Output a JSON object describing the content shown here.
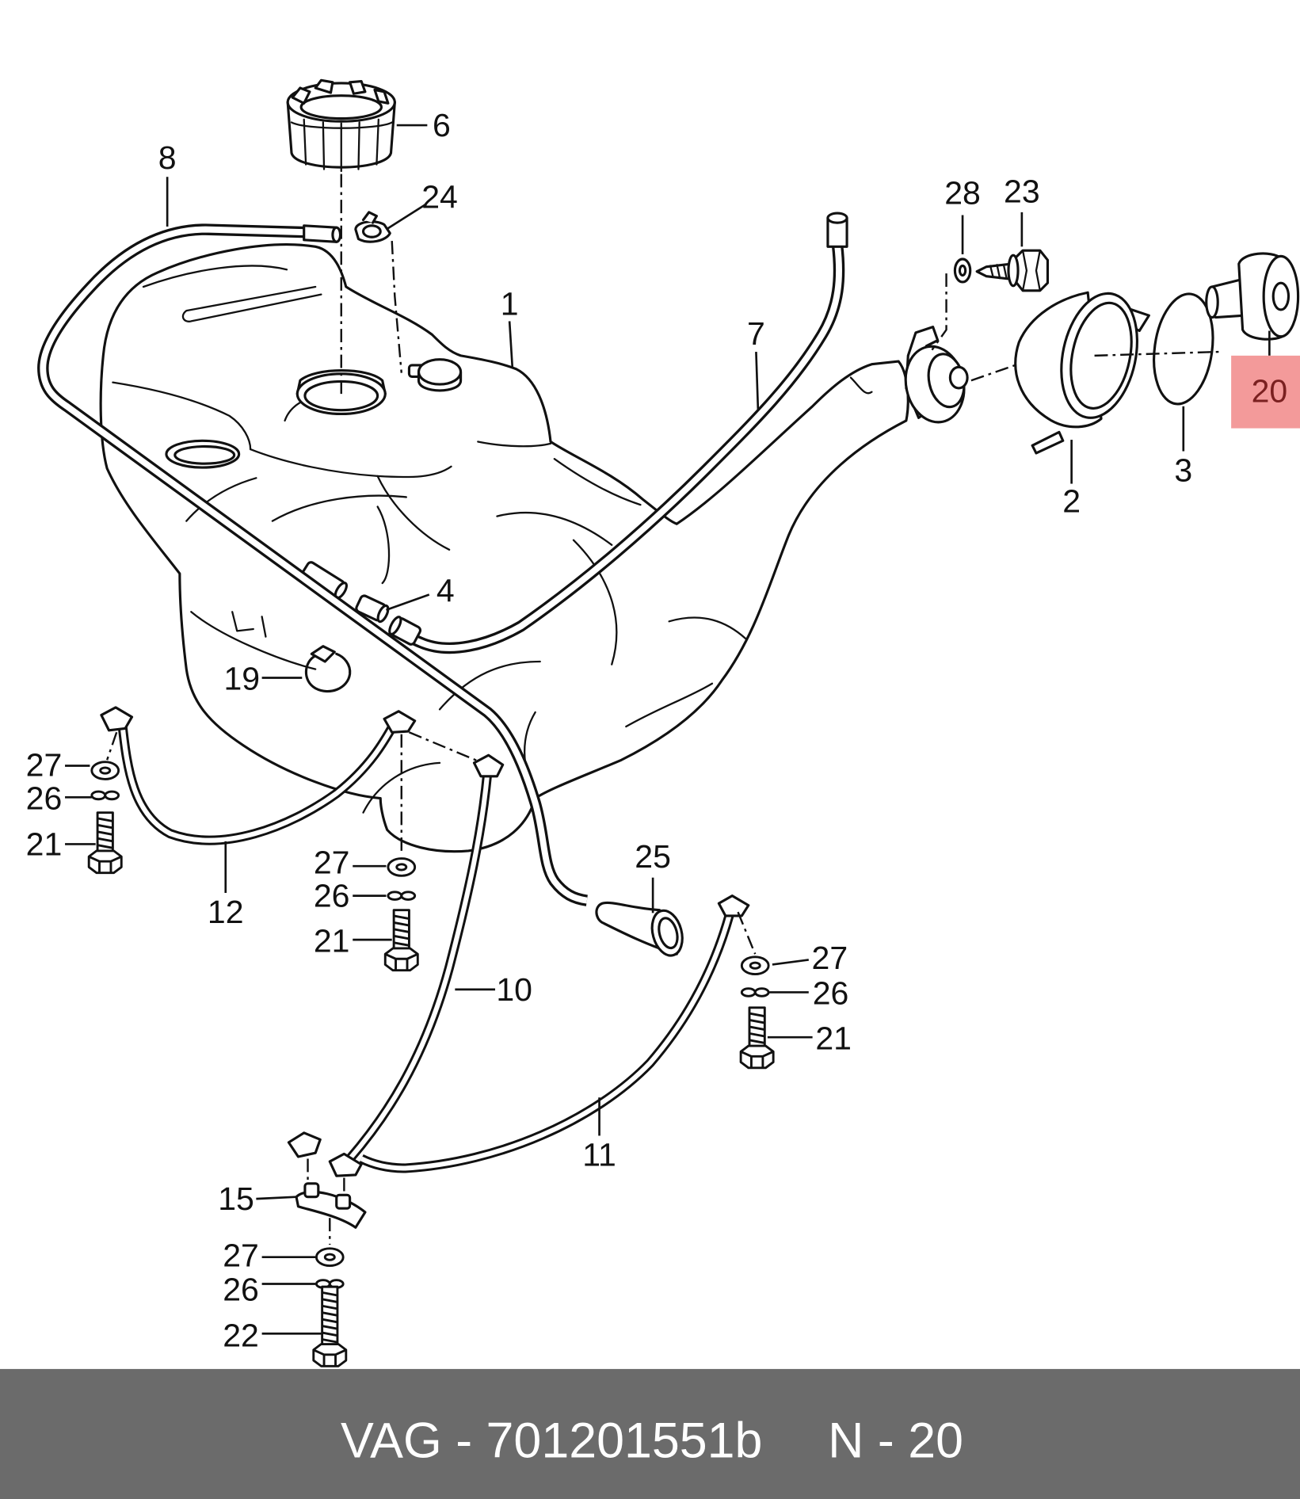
{
  "diagram": {
    "line_color": "#111111",
    "callouts": [
      "6",
      "8",
      "24",
      "28",
      "23",
      "1",
      "7",
      "2",
      "3",
      "4",
      "19",
      "27",
      "26",
      "21",
      "12",
      "25",
      "27",
      "26",
      "21",
      "27",
      "26",
      "21",
      "10",
      "11",
      "15",
      "27",
      "26",
      "22"
    ]
  },
  "highlight": {
    "callout": "20",
    "background": "#f39a9a",
    "text_color": "#7a2020"
  },
  "footer": {
    "part_number": "VAG - 701201551b",
    "position_ref": "N - 20",
    "background": "#6b6b6b"
  }
}
